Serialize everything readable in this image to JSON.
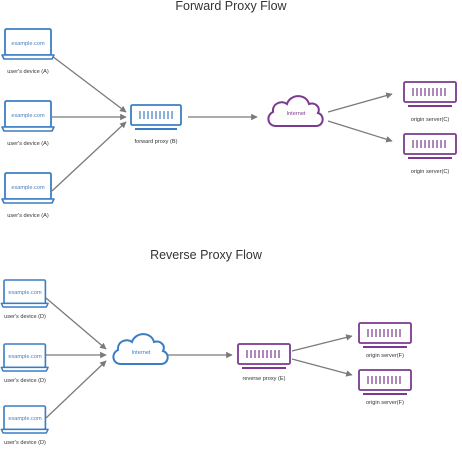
{
  "forward": {
    "title": "Forward Proxy Flow",
    "devices": [
      {
        "screen": "example.com",
        "caption": "user's device (A)"
      },
      {
        "screen": "example.com",
        "caption": "user's device (A)"
      },
      {
        "screen": "example.com",
        "caption": "user's device (A)"
      }
    ],
    "proxy": {
      "caption": "forward proxy (B)"
    },
    "cloud": {
      "label": "Internet"
    },
    "servers": [
      {
        "caption": "origin server(C)"
      },
      {
        "caption": "origin server(C)"
      }
    ]
  },
  "reverse": {
    "title": "Reverse Proxy Flow",
    "devices": [
      {
        "screen": "example.com",
        "caption": "user's device (D)"
      },
      {
        "screen": "example.com",
        "caption": "user's device (D)"
      },
      {
        "screen": "example.com",
        "caption": "user's device (D)"
      }
    ],
    "cloud": {
      "label": "Internet"
    },
    "proxy": {
      "caption": "reverse proxy (E)"
    },
    "servers": [
      {
        "caption": "origin server(F)"
      },
      {
        "caption": "origin server(F)"
      }
    ]
  },
  "colors": {
    "blue": "#3b7dc4",
    "purple": "#7b3a8f",
    "arrow": "#7a7a7a",
    "text": "#333333"
  },
  "icons": {
    "device": "laptop-icon",
    "proxy": "server-icon",
    "cloud": "cloud-icon",
    "origin": "server-icon"
  }
}
